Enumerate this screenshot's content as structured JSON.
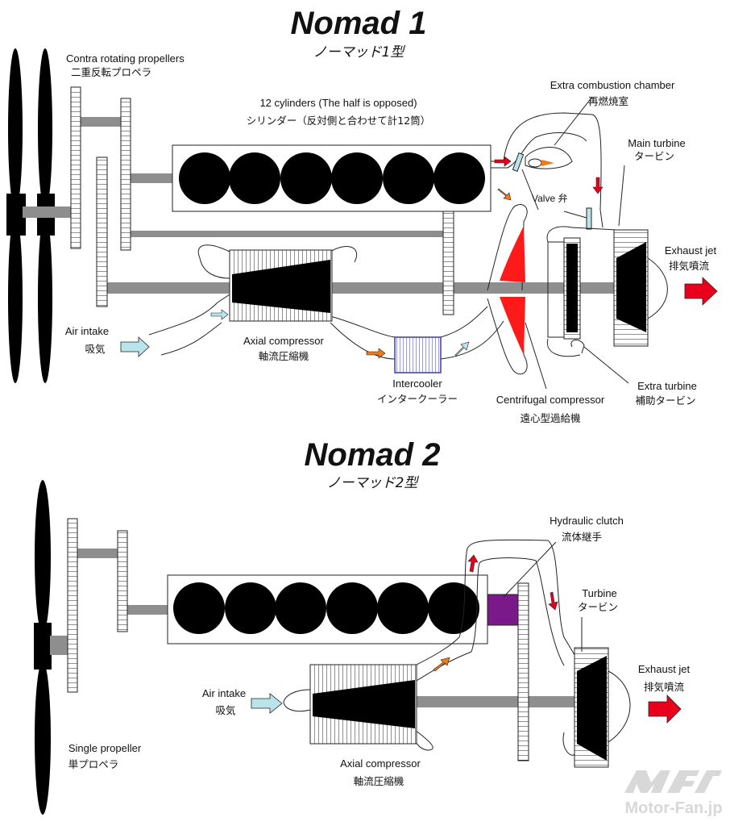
{
  "diagram1": {
    "title": "Nomad 1",
    "subtitle": "ノーマッド1型",
    "labels": {
      "contra_en": "Contra rotating propellers",
      "contra_jp": "二重反転プロペラ",
      "cyl_en": "12 cylinders (The half is opposed)",
      "cyl_jp": "シリンダー（反対側と合わせて計12筒）",
      "ecc_en": "Extra combustion chamber",
      "ecc_jp": "再燃焼室",
      "main_turbine_en": "Main turbine",
      "main_turbine_jp": "タービン",
      "valve": "Valve 弁",
      "exhaust_en": "Exhaust jet",
      "exhaust_jp": "排気噴流",
      "air_en": "Air intake",
      "air_jp": "吸気",
      "axial_en": "Axial compressor",
      "axial_jp": "軸流圧縮機",
      "intercooler_en": "Intercooler",
      "intercooler_jp": "インタークーラー",
      "centrifugal_en": "Centrifugal compressor",
      "centrifugal_jp": "遠心型過給機",
      "extra_turbine_en": "Extra turbine",
      "extra_turbine_jp": "補助タービン"
    }
  },
  "diagram2": {
    "title": "Nomad 2",
    "subtitle": "ノーマッド2型",
    "labels": {
      "clutch_en": "Hydraulic clutch",
      "clutch_jp": "流体継手",
      "turbine_en": "Turbine",
      "turbine_jp": "タービン",
      "exhaust_en": "Exhaust jet",
      "exhaust_jp": "排気噴流",
      "air_en": "Air intake",
      "air_jp": "吸気",
      "single_en": "Single propeller",
      "single_jp": "単プロペラ",
      "axial_en": "Axial compressor",
      "axial_jp": "軸流圧縮機"
    }
  },
  "watermark": "Motor-Fan.jp",
  "colors": {
    "hot_arrow": "#e8001c",
    "warm_arrow": "#f07a1a",
    "cool_arrow": "#b8e4ea",
    "centrifugal": "#ff1a1a",
    "clutch": "#7a1a8a",
    "intercooler": "#3b3bb0"
  }
}
